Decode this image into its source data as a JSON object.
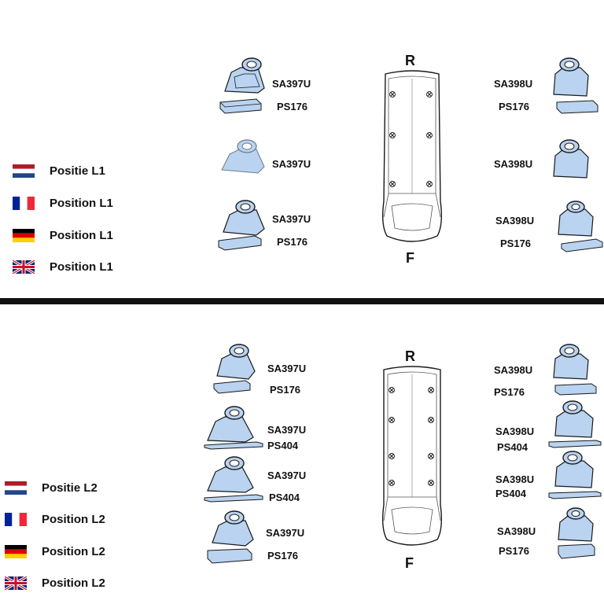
{
  "sections": [
    {
      "id": "L1",
      "legend": [
        {
          "flag": "nl",
          "label": "Positie L1"
        },
        {
          "flag": "fr",
          "label": "Position L1"
        },
        {
          "flag": "de",
          "label": "Position L1"
        },
        {
          "flag": "gb",
          "label": "Position L1"
        }
      ],
      "left_codes": [
        {
          "main": "SA397U",
          "sub": "PS176"
        },
        {
          "main": "SA397U",
          "sub": ""
        },
        {
          "main": "SA397U",
          "sub": "PS176"
        }
      ],
      "right_codes": [
        {
          "main": "SA398U",
          "sub": "PS176"
        },
        {
          "main": "SA398U",
          "sub": ""
        },
        {
          "main": "SA398U",
          "sub": "PS176"
        }
      ],
      "rear_letter": "R",
      "front_letter": "F"
    },
    {
      "id": "L2",
      "legend": [
        {
          "flag": "nl",
          "label": "Positie L2"
        },
        {
          "flag": "fr",
          "label": "Position L2"
        },
        {
          "flag": "de",
          "label": "Position L2"
        },
        {
          "flag": "gb",
          "label": "Position L2"
        }
      ],
      "left_codes": [
        {
          "main": "SA397U",
          "sub": "PS176"
        },
        {
          "main": "SA397U",
          "sub": "PS404"
        },
        {
          "main": "SA397U",
          "sub": "PS404"
        },
        {
          "main": "SA397U",
          "sub": "PS176"
        }
      ],
      "right_codes": [
        {
          "main": "SA398U",
          "sub": "PS176"
        },
        {
          "main": "SA398U",
          "sub": "PS404"
        },
        {
          "main": "SA398U",
          "sub": "PS404"
        },
        {
          "main": "SA398U",
          "sub": "PS176"
        }
      ],
      "rear_letter": "R",
      "front_letter": "F"
    }
  ],
  "colors": {
    "part_fill": "#b9d3f0",
    "part_stroke": "#1a1a1a",
    "flag_nl": [
      "#ae1c28",
      "#ffffff",
      "#21468b"
    ],
    "flag_fr": [
      "#002395",
      "#ffffff",
      "#ed2939"
    ],
    "flag_de": [
      "#000000",
      "#dd0000",
      "#ffce00"
    ]
  },
  "icons": {
    "nl": "netherlands-flag-icon",
    "fr": "france-flag-icon",
    "de": "germany-flag-icon",
    "gb": "uk-flag-icon",
    "foot": "roof-rack-foot-icon",
    "pad": "rubber-pad-icon",
    "van": "van-top-view-icon",
    "mount": "mount-point-icon"
  }
}
